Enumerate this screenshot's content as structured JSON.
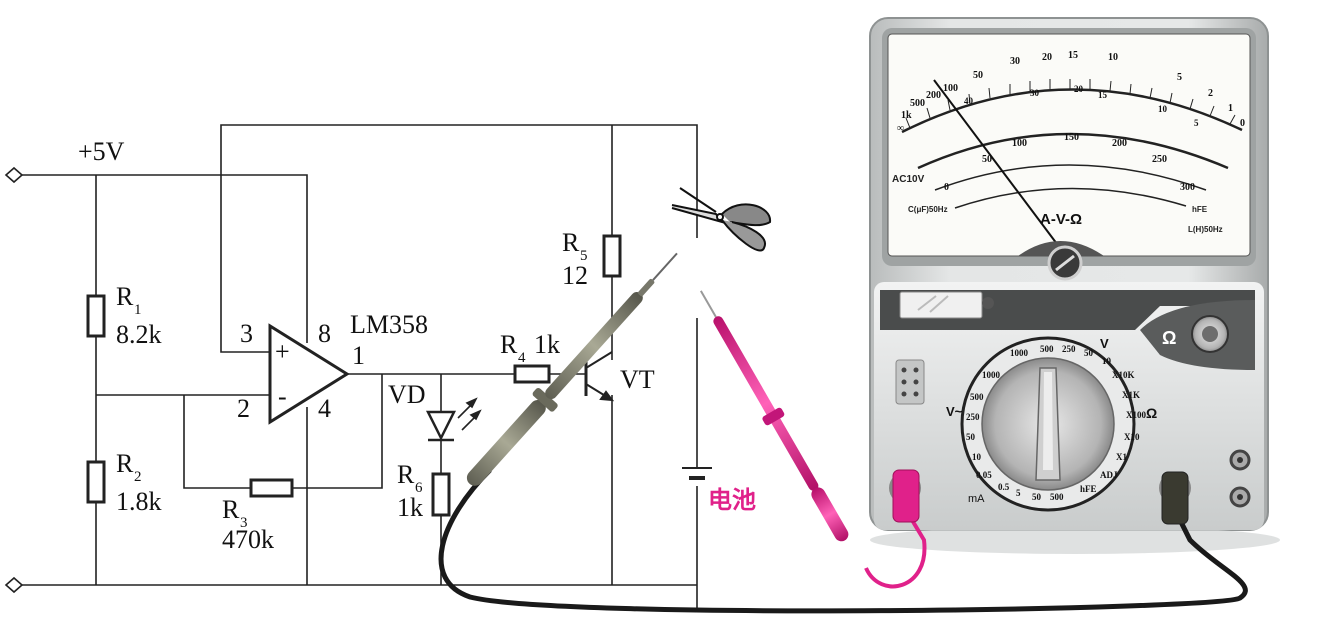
{
  "circuit": {
    "supply": "+5V",
    "r1": {
      "name": "R",
      "sub": "1",
      "value": "8.2k"
    },
    "r2": {
      "name": "R",
      "sub": "2",
      "value": "1.8k"
    },
    "r3": {
      "name": "R",
      "sub": "3",
      "value": "470k"
    },
    "r4": {
      "name": "R",
      "sub": "4",
      "value": "1k"
    },
    "r5": {
      "name": "R",
      "sub": "5",
      "value": "12"
    },
    "r6": {
      "name": "R",
      "sub": "6",
      "value": "1k"
    },
    "opamp": {
      "name": "LM358",
      "pin3": "3",
      "pin2": "2",
      "pin8": "8",
      "pin4": "4",
      "pin1": "1",
      "plus": "+",
      "minus": "-"
    },
    "led": "VD",
    "transistor": "VT",
    "battery": "电池",
    "battery_color": "#e0218a"
  },
  "meter": {
    "top_scale": [
      "∞",
      "1k",
      "500",
      "200",
      "100",
      "50",
      "30",
      "20",
      "15",
      "10",
      "5",
      "2",
      "1",
      "0"
    ],
    "ohm_scale_marks": [
      "40",
      "30",
      "20",
      "15",
      "10",
      "5"
    ],
    "dc_scale": [
      "0",
      "50",
      "100",
      "150",
      "200",
      "250",
      "300"
    ],
    "ac10v_label": "AC10V",
    "cap_label": "C(μF)50Hz",
    "hfe_label": "hFE",
    "inductance_label": "L(H)50Hz",
    "brand_text": "A-V-Ω",
    "ohm_jack_label": "Ω",
    "dial": {
      "ohm_ranges": [
        "X10K",
        "X1K",
        "X100",
        "X10",
        "X1"
      ],
      "v_ranges": [
        "1000",
        "500",
        "250",
        "50",
        "10"
      ],
      "acv_ranges": [
        "1000",
        "500",
        "250",
        "50",
        "10"
      ],
      "ma_ranges": [
        "0.05",
        "0.5",
        "5",
        "50",
        "500"
      ],
      "adj_label": "ADJ",
      "hfe_label": "hFE",
      "v_label": "V",
      "acv_label": "V~",
      "ohm_label": "Ω",
      "ma_label": "mA"
    }
  },
  "colors": {
    "black_probe": "#8b8b78",
    "red_probe": "#e0218a",
    "meter_body": "#d9dbdb"
  }
}
